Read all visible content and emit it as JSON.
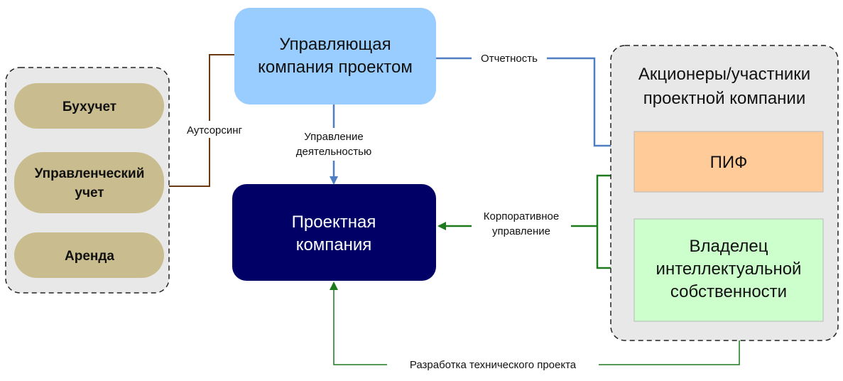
{
  "left_group": {
    "items": [
      {
        "lines": [
          "Бухучет"
        ]
      },
      {
        "lines": [
          "Управленческий",
          "учет"
        ]
      },
      {
        "lines": [
          "Аренда"
        ]
      }
    ]
  },
  "mgmt_company": {
    "lines": [
      "Управляющая",
      "компания проектом"
    ]
  },
  "project_company": {
    "lines": [
      "Проектная",
      "компания"
    ]
  },
  "shareholders": {
    "title_lines": [
      "Акционеры/участники",
      "проектной компании"
    ],
    "pif": "ПИФ",
    "ip_owner": {
      "lines": [
        "Владелец",
        "интеллектуальной",
        "собственности"
      ]
    }
  },
  "edges": {
    "outsourcing": "Аутсорсинг",
    "reporting": "Отчетность",
    "operations": [
      "Управление",
      "деятельностью"
    ],
    "corporate": [
      "Корпоративное",
      "управление"
    ],
    "tech_dev": "Разработка технического проекта"
  },
  "colors": {
    "brown_line": "#6b3a12",
    "blue_line": "#4f7ec2",
    "green_line": "#1d7a1d",
    "item_fill": "#c9bd8f",
    "group_fill": "#e8e8e8",
    "mgmt_fill": "#99ccff",
    "project_fill": "#000066",
    "pif_fill": "#ffcc99",
    "ip_fill": "#ccffcc"
  }
}
